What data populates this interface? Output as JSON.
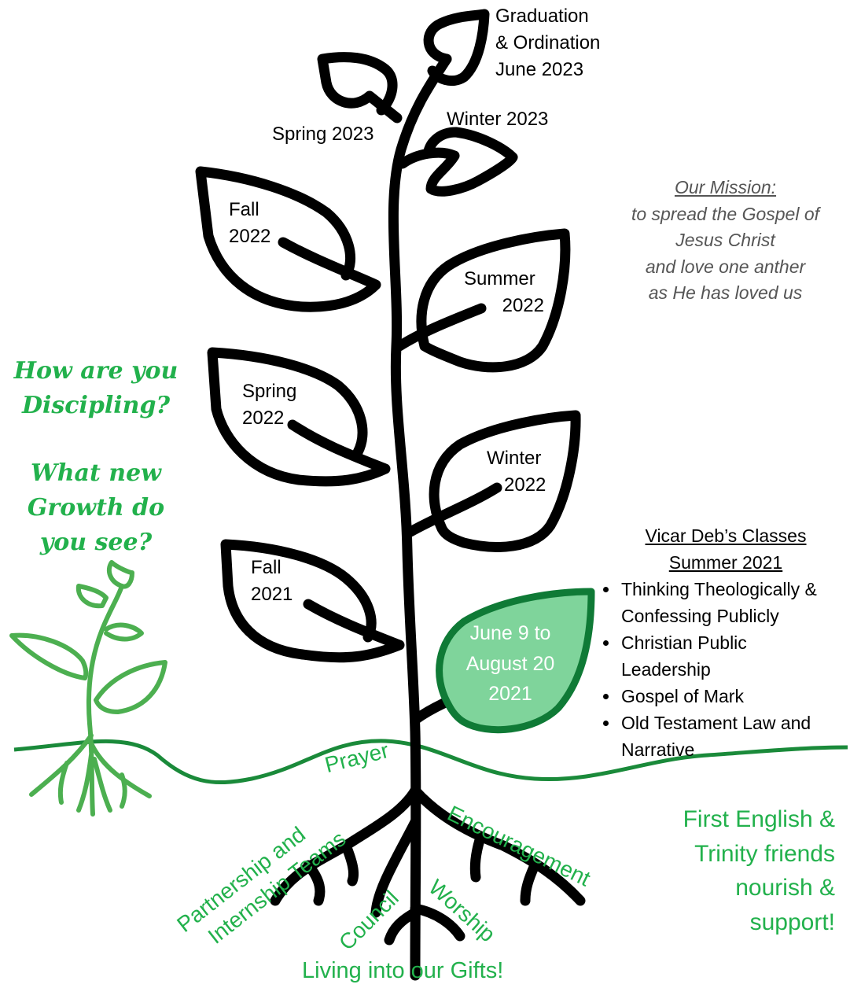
{
  "leaves": {
    "graduation": [
      "Graduation",
      "& Ordination",
      "June 2023"
    ],
    "spring2023": "Spring 2023",
    "winter2023": "Winter 2023",
    "fall2022": [
      "Fall",
      "2022"
    ],
    "summer2022": [
      "Summer",
      "2022"
    ],
    "spring2022": [
      "Spring",
      "2022"
    ],
    "winter2022": [
      "Winter",
      "2022"
    ],
    "fall2021": [
      "Fall",
      "2021"
    ],
    "current": [
      "June 9 to",
      "August 20",
      "2021"
    ]
  },
  "mission": {
    "heading": "Our Mission:",
    "lines": [
      "to spread the Gospel of",
      "Jesus Christ",
      "and love one anther",
      "as He has loved us"
    ]
  },
  "questions": {
    "q1": [
      "How are you",
      "Discipling?"
    ],
    "q2": [
      "What new",
      "Growth do",
      "you see?"
    ]
  },
  "classes": {
    "heading": [
      "Vicar Deb’s Classes",
      "Summer 2021"
    ],
    "items": [
      [
        "Thinking Theologically &",
        "Confessing Publicly"
      ],
      [
        "Christian Public",
        "Leadership"
      ],
      [
        "Gospel of Mark"
      ],
      [
        "Old Testament Law and",
        "Narrative"
      ]
    ]
  },
  "roots": {
    "prayer": "Prayer",
    "partnership": [
      "Partnership and",
      "Internship Teams"
    ],
    "council": "Council",
    "worship": "Worship",
    "encouragement": "Encouragement"
  },
  "support": [
    "First English &",
    "Trinity friends",
    "nourish &",
    "support!"
  ],
  "footer": "Living into our Gifts!",
  "colors": {
    "stem": "#000000",
    "green_text": "#22b14c",
    "ground_line": "#1a8a3a",
    "current_leaf_fill": "#7fd49b",
    "current_leaf_stroke": "#0f7a36",
    "sketch_plant": "#4caf50",
    "mission_text": "#555555"
  }
}
